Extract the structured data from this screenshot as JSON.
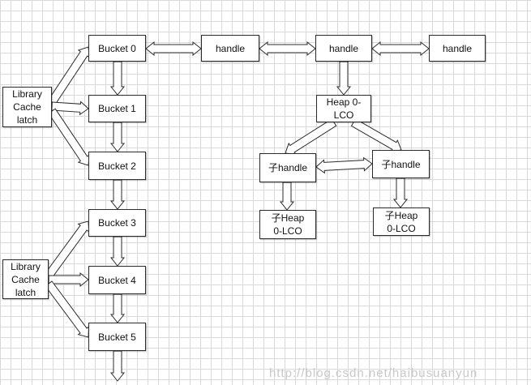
{
  "nodes": {
    "latch1": "Library\nCache\nlatch",
    "latch2": "Library\nCache\nlatch",
    "bucket0": "Bucket 0",
    "bucket1": "Bucket 1",
    "bucket2": "Bucket 2",
    "bucket3": "Bucket 3",
    "bucket4": "Bucket 4",
    "bucket5": "Bucket 5",
    "handle1": "handle",
    "handle2": "handle",
    "handle3": "handle",
    "heap0": "Heap 0-\nLCO",
    "child_handle1": "子handle",
    "child_handle2": "子handle",
    "child_heap1": "子Heap\n0-LCO",
    "child_heap2": "子Heap\n0-LCO"
  },
  "watermark": "http://blog.csdn.net/haibusuanyun"
}
